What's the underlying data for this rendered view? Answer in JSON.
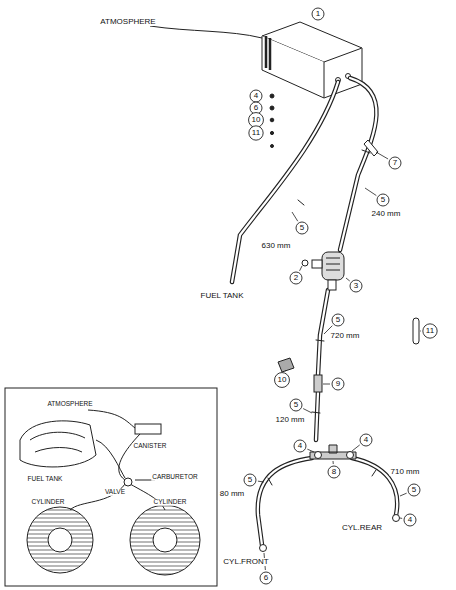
{
  "diagram": {
    "labels": [
      "ATMOSPHERE",
      "1",
      "4",
      "6",
      "10",
      "11",
      "7",
      "5",
      "240 mm",
      "5",
      "630 mm",
      "FUEL TANK",
      "2",
      "3",
      "5",
      "720 mm",
      "11",
      "10",
      "9",
      "5",
      "120 mm",
      "4",
      "4",
      "8",
      "5",
      "80 mm",
      "710 mm",
      "5",
      "CYL.FRONT",
      "6",
      "CYL.REAR",
      "4",
      "ATMOSPHERE",
      "CANISTER",
      "FUEL TANK",
      "VALVE",
      "CARBURETOR",
      "CYLINDER",
      "CYLINDER"
    ]
  }
}
